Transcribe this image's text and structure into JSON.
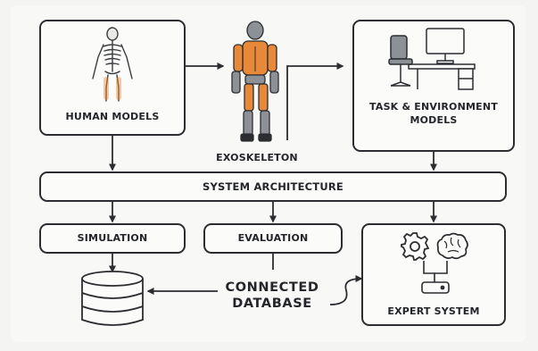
{
  "nodes": {
    "human_models": "HUMAN MODELS",
    "exoskeleton": "EXOSKELETON",
    "task_env_line1": "TASK & ENVIRONMENT",
    "task_env_line2": "MODELS",
    "system_architecture": "SYSTEM ARCHITECTURE",
    "simulation": "SIMULATION",
    "evaluation": "EVALUATION",
    "connected_db_line1": "CONNECTED",
    "connected_db_line2": "DATABASE",
    "expert_system": "EXPERT SYSTEM"
  },
  "icons": [
    "skeleton-icon",
    "exoskeleton-figure-icon",
    "workstation-icon",
    "database-icon",
    "gear-icon",
    "brain-icon",
    "device-icon"
  ],
  "colors": {
    "ink": "#2b2d31",
    "accent": "#e8893a",
    "steel": "#8d9196",
    "panel": "#fbfbfa",
    "background": "#f4f4f2"
  }
}
